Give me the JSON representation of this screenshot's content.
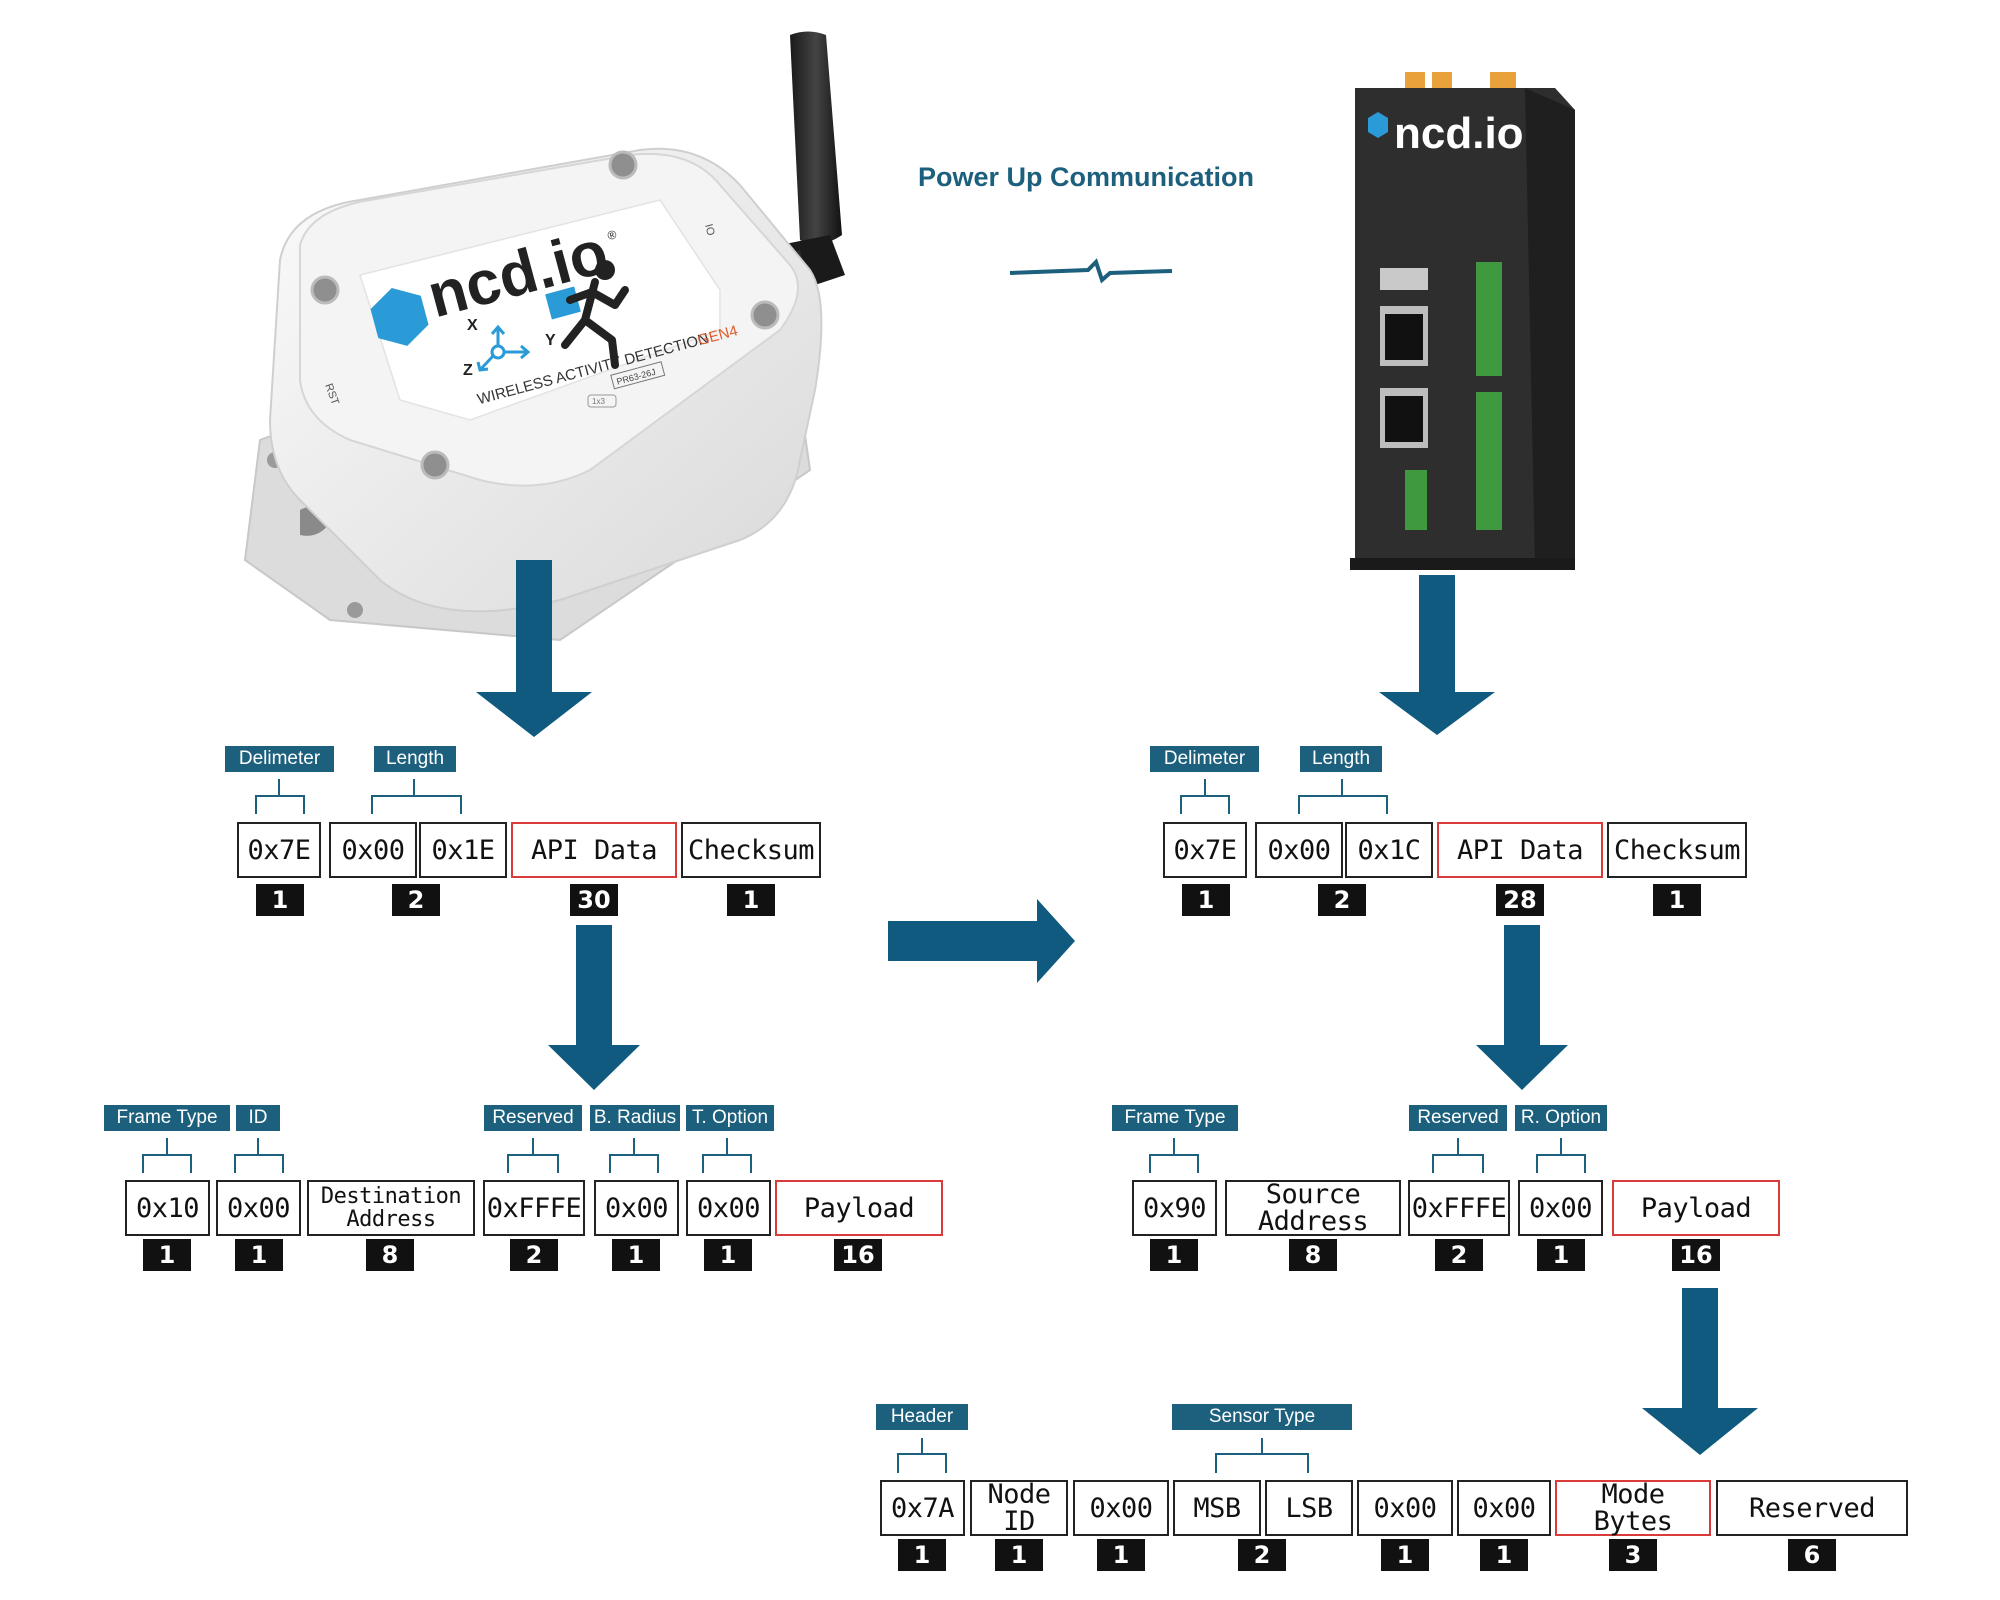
{
  "title": "Power Up Communication",
  "colors": {
    "accent": "#1c607e",
    "highlight": "#d93a3a",
    "count_bg": "#111111"
  },
  "devices": {
    "sensor": {
      "brand": "ncd.io",
      "trademark": "®",
      "product": "WIRELESS ACTIVITY DETECTION",
      "gen": "GEN4",
      "part": "PR63-26J",
      "btn_rst": "RST",
      "btn_io": "IO",
      "axes": [
        "X",
        "Y",
        "Z"
      ],
      "tag": "1x3"
    },
    "gateway": {
      "brand": "ncd.io"
    }
  },
  "frame_left": {
    "boxes": [
      {
        "text": "0x7E",
        "count": "1"
      },
      {
        "text": "0x00",
        "count": ""
      },
      {
        "text": "0x1E",
        "count": "2"
      },
      {
        "text": "API Data",
        "count": "30"
      },
      {
        "text": "Checksum",
        "count": "1"
      }
    ],
    "labels": [
      "Delimeter",
      "Length"
    ]
  },
  "frame_right": {
    "boxes": [
      {
        "text": "0x7E",
        "count": "1"
      },
      {
        "text": "0x00",
        "count": ""
      },
      {
        "text": "0x1C",
        "count": "2"
      },
      {
        "text": "API Data",
        "count": "28"
      },
      {
        "text": "Checksum",
        "count": "1"
      }
    ],
    "labels": [
      "Delimeter",
      "Length"
    ]
  },
  "api_left": {
    "boxes": [
      {
        "text": "0x10",
        "count": "1"
      },
      {
        "text": "0x00",
        "count": "1"
      },
      {
        "text": "Destination\nAddress",
        "count": "8"
      },
      {
        "text": "0xFFFE",
        "count": "2"
      },
      {
        "text": "0x00",
        "count": "1"
      },
      {
        "text": "0x00",
        "count": "1"
      },
      {
        "text": "Payload",
        "count": "16"
      }
    ],
    "labels": [
      "Frame Type",
      "ID",
      "Reserved",
      "B. Radius",
      "T. Option"
    ]
  },
  "api_right": {
    "boxes": [
      {
        "text": "0x90",
        "count": "1"
      },
      {
        "text": "Source Address",
        "count": "8"
      },
      {
        "text": "0xFFFE",
        "count": "2"
      },
      {
        "text": "0x00",
        "count": "1"
      },
      {
        "text": "Payload",
        "count": "16"
      }
    ],
    "labels": [
      "Frame Type",
      "Reserved",
      "R. Option"
    ]
  },
  "payload": {
    "boxes": [
      {
        "text": "0x7A",
        "count": "1"
      },
      {
        "text": "Node ID",
        "count": "1"
      },
      {
        "text": "0x00",
        "count": "1"
      },
      {
        "text": "MSB",
        "count": ""
      },
      {
        "text": "LSB",
        "count": "2"
      },
      {
        "text": "0x00",
        "count": "1"
      },
      {
        "text": "0x00",
        "count": "1"
      },
      {
        "text": "Mode Bytes",
        "count": "3"
      },
      {
        "text": "Reserved",
        "count": "6"
      }
    ],
    "labels": [
      "Header",
      "Sensor Type"
    ]
  }
}
